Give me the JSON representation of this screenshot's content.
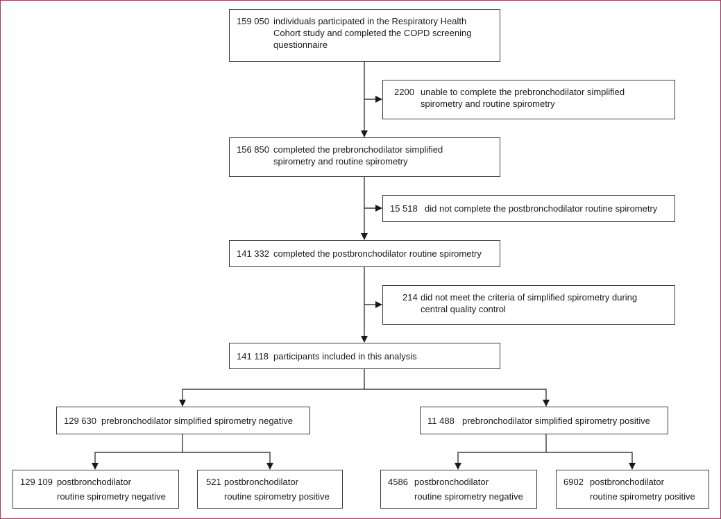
{
  "nodes": {
    "cohort": {
      "count": "159 050",
      "lines": [
        "individuals participated in the Respiratory Health",
        "Cohort study and completed the COPD screening",
        "questionnaire"
      ]
    },
    "excl_prebronch": {
      "count": "2200",
      "lines": [
        "unable to complete the prebronchodilator simplified",
        "spirometry and routine spirometry"
      ]
    },
    "completed_prebronch": {
      "count": "156 850",
      "lines": [
        "completed the prebronchodilator simplified",
        "spirometry and routine spirometry"
      ]
    },
    "excl_postbronch": {
      "count": "15 518",
      "lines": [
        "did not complete the postbronchodilator routine spirometry"
      ]
    },
    "completed_postbronch": {
      "count": "141 332",
      "lines": [
        "completed the postbronchodilator routine spirometry"
      ]
    },
    "excl_quality": {
      "count": "214",
      "lines": [
        "did not meet the criteria of simplified spirometry during",
        "central quality control"
      ]
    },
    "included": {
      "count": "141 118",
      "lines": [
        "participants included in this analysis"
      ]
    },
    "pre_negative": {
      "count": "129 630",
      "lines": [
        "prebronchodilator simplified spirometry negative"
      ]
    },
    "pre_positive": {
      "count": "11 488",
      "lines": [
        "prebronchodilator simplified spirometry positive"
      ]
    },
    "neg_neg": {
      "count": "129 109",
      "lines": [
        "postbronchodilator",
        "routine spirometry negative"
      ]
    },
    "neg_pos": {
      "count": "521",
      "lines": [
        "postbronchodilator",
        "routine spirometry positive"
      ]
    },
    "pos_neg": {
      "count": "4586",
      "lines": [
        "postbronchodilator",
        "routine spirometry negative"
      ]
    },
    "pos_pos": {
      "count": "6902",
      "lines": [
        "postbronchodilator",
        "routine spirometry positive"
      ]
    }
  },
  "colors": {
    "border": "#3a3a3a",
    "frame": "#9a3a5c",
    "text": "#1a1a1a"
  }
}
